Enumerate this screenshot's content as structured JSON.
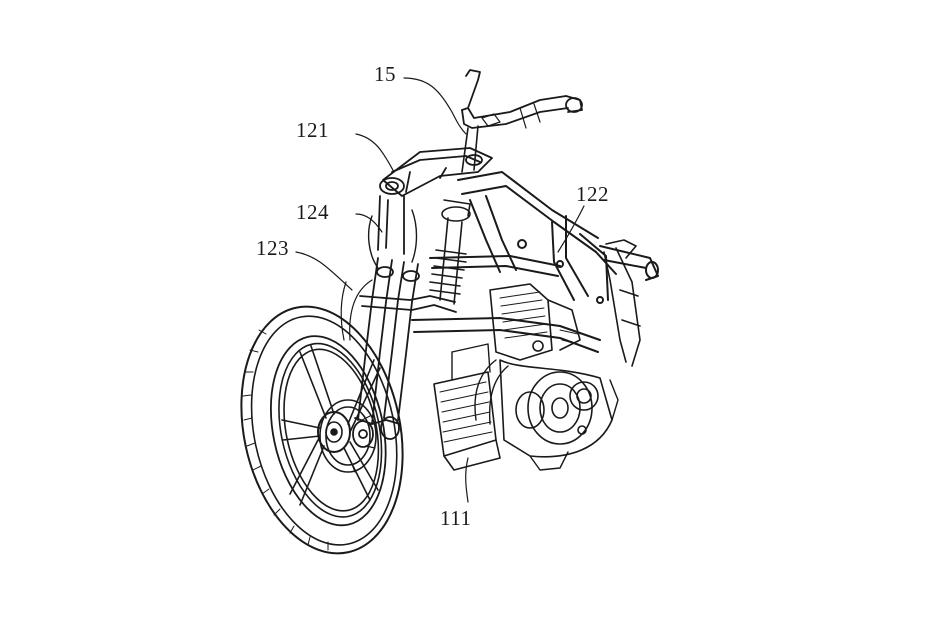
{
  "labels": {
    "handlebar": "15",
    "upper_triple_clamp": "121",
    "frame_rail": "122",
    "front_fork": "123",
    "steering_stem": "124",
    "engine": "111"
  },
  "colors": {
    "line": "#1a1a1a",
    "background": "#ffffff"
  }
}
